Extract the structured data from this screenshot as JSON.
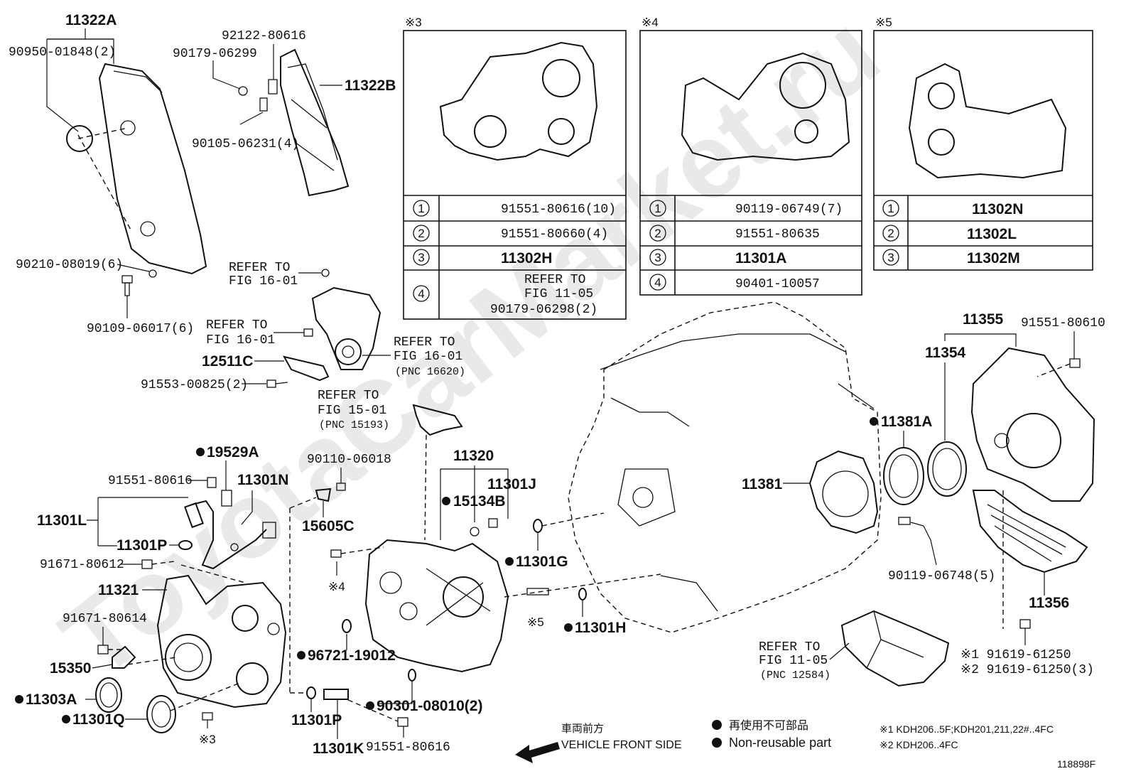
{
  "labels": {
    "l_11322A": "11322A",
    "l_90950": "90950-01848(2)",
    "l_92122": "92122-80616",
    "l_90179_299": "90179-06299",
    "l_11322B": "11322B",
    "l_90105": "90105-06231(4)",
    "l_90210": "90210-08019(6)",
    "l_90109": "90109-06017(6)",
    "l_ref1": "REFER TO",
    "l_ref1b": "FIG 16-01",
    "l_ref2": "REFER TO",
    "l_ref2b": "FIG 16-01",
    "l_ref3": "REFER TO",
    "l_ref3b": "FIG 16-01",
    "l_ref3c": "(PNC 16620)",
    "l_12511C": "12511C",
    "l_91553": "91553-00825(2)",
    "l_ref4": "REFER TO",
    "l_ref4b": "FIG 15-01",
    "l_ref4c": "(PNC 15193)",
    "l_19529A": "19529A",
    "l_91551_616a": "91551-80616",
    "l_11301N": "11301N",
    "l_11301L": "11301L",
    "l_11301P_a": "11301P",
    "l_91671_612": "91671-80612",
    "l_11321": "11321",
    "l_91671_614": "91671-80614",
    "l_15350": "15350",
    "l_11303A": "11303A",
    "l_11301Q": "11301Q",
    "l_note3": "※3",
    "l_90110": "90110-06018",
    "l_15605C": "15605C",
    "l_note4": "※4",
    "l_96721": "96721-19012",
    "l_11301P_b": "11301P",
    "l_11301K": "11301K",
    "l_90301": "90301-08010(2)",
    "l_91551_616b": "91551-80616",
    "l_11320": "11320",
    "l_15134B": "15134B",
    "l_11301J": "11301J",
    "l_11301G": "11301G",
    "l_note5": "※5",
    "l_11301H": "11301H",
    "l_11381": "11381",
    "l_11381A": "11381A",
    "l_90119_748": "90119-06748(5)",
    "l_ref5": "REFER TO",
    "l_ref5b": "FIG 11-05",
    "l_ref5c": "(PNC 12584)",
    "l_11355": "11355",
    "l_11354": "11354",
    "l_91551_610": "91551-80610",
    "l_11356": "11356",
    "l_note1_part": "※1 91619-61250",
    "l_note2_part": "※2 91619-61250(3)",
    "l_mark3": "※3",
    "l_mark4": "※4",
    "l_mark5": "※5",
    "l_vehicle_jp": "車両前方",
    "l_vehicle_en": "VEHICLE FRONT SIDE",
    "l_legend_jp": "再使用不可部品",
    "l_legend_en": "Non-reusable part",
    "l_foot1": "※1 KDH206..5F;KDH201,211,22#..4FC",
    "l_foot2": "※2 KDH206..4FC",
    "l_code": "118898F",
    "watermark": "ToyotaCarMarket.ru"
  },
  "table3": {
    "rows": [
      {
        "num": "1",
        "part": "91551-80616(10)"
      },
      {
        "num": "2",
        "part": "91551-80660(4)"
      },
      {
        "num": "3",
        "part": "11302H"
      },
      {
        "num": "4",
        "part_ref1": "REFER TO",
        "part_ref2": "FIG 11-05",
        "part": "90179-06298(2)"
      }
    ]
  },
  "table4": {
    "rows": [
      {
        "num": "1",
        "part": "90119-06749(7)"
      },
      {
        "num": "2",
        "part": "91551-80635"
      },
      {
        "num": "3",
        "part": "11301A"
      },
      {
        "num": "4",
        "part": "90401-10057"
      }
    ]
  },
  "table5": {
    "rows": [
      {
        "num": "1",
        "part": "11302N"
      },
      {
        "num": "2",
        "part": "11302L"
      },
      {
        "num": "3",
        "part": "11302M"
      }
    ]
  },
  "callouts": {
    "c1": "1",
    "c2": "2",
    "c3": "3",
    "c4": "4"
  }
}
